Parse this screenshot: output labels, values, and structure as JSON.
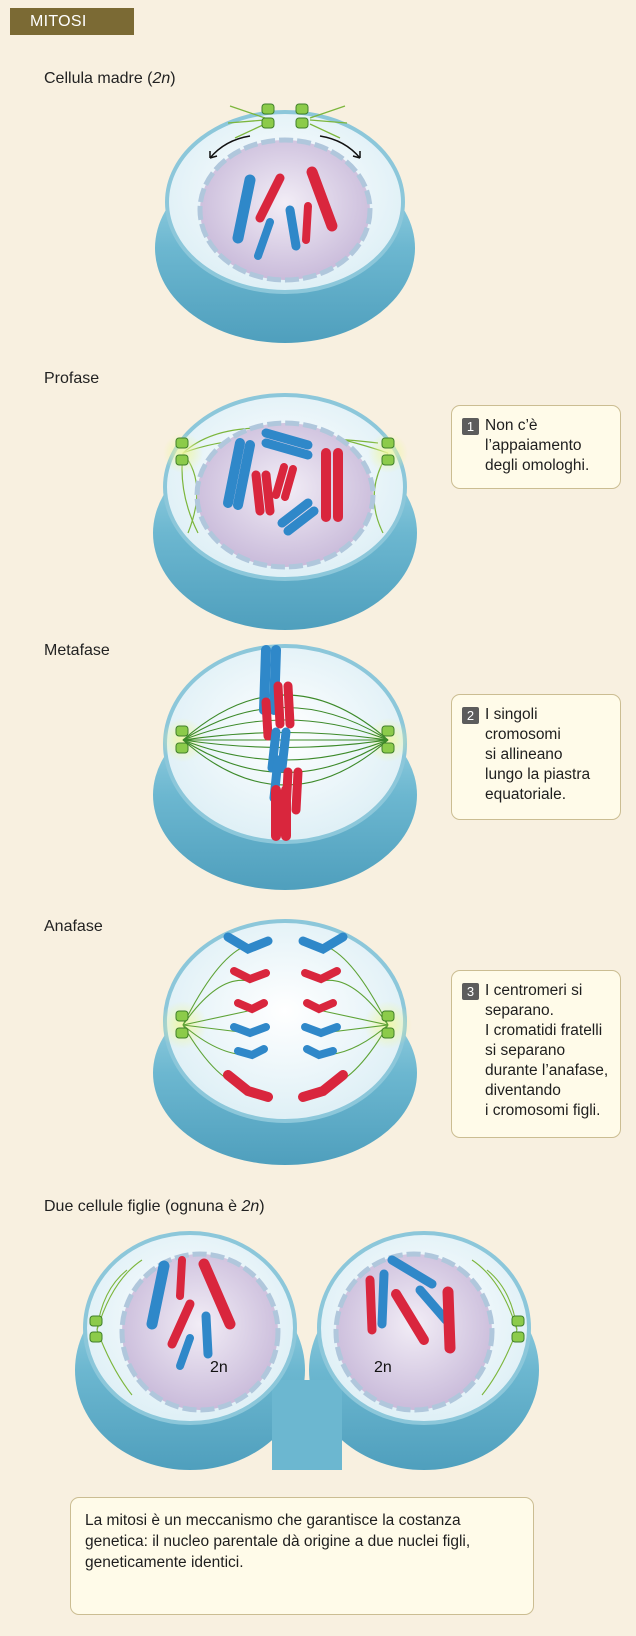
{
  "header": {
    "badge": "MITOSI"
  },
  "stages": [
    {
      "id": "mother",
      "label_main": "Cellula madre (",
      "label_em": "2n",
      "label_end": ")"
    },
    {
      "id": "prophase",
      "label": "Profase"
    },
    {
      "id": "metaphase",
      "label": "Metafase"
    },
    {
      "id": "anaphase",
      "label": "Anafase"
    },
    {
      "id": "daughters",
      "label_main": "Due cellule figlie (ognuna è ",
      "label_em": "2n",
      "label_end": ")"
    }
  ],
  "notes": [
    {
      "number": "1",
      "text": "Non c’è\nl’appaiamento\ndegli omologhi."
    },
    {
      "number": "2",
      "text": "I singoli\ncromosomi\nsi allineano\nlungo la piastra\nequatoriale."
    },
    {
      "number": "3",
      "text": "I centromeri si\nseparano.\nI cromatidi fratelli\nsi separano\ndurante l’anafase,\ndiventando\ni cromosomi figli."
    }
  ],
  "daughter_labels": {
    "left": "2n",
    "right": "2n"
  },
  "summary": "La mitosi è un meccanismo che garantisce la costanza genetica: il nucleo parentale dà origine a due nuclei figli, geneticamente identici.",
  "colors": {
    "cell_outer": "#7fc3d8",
    "cell_inner": "#eaf4f8",
    "nucleus": "#d8cde6",
    "chromosome_blue": "#2f88c9",
    "chromosome_red": "#d9263d",
    "spindle": "#7cb63c",
    "centrosome": "#b6d84a"
  }
}
